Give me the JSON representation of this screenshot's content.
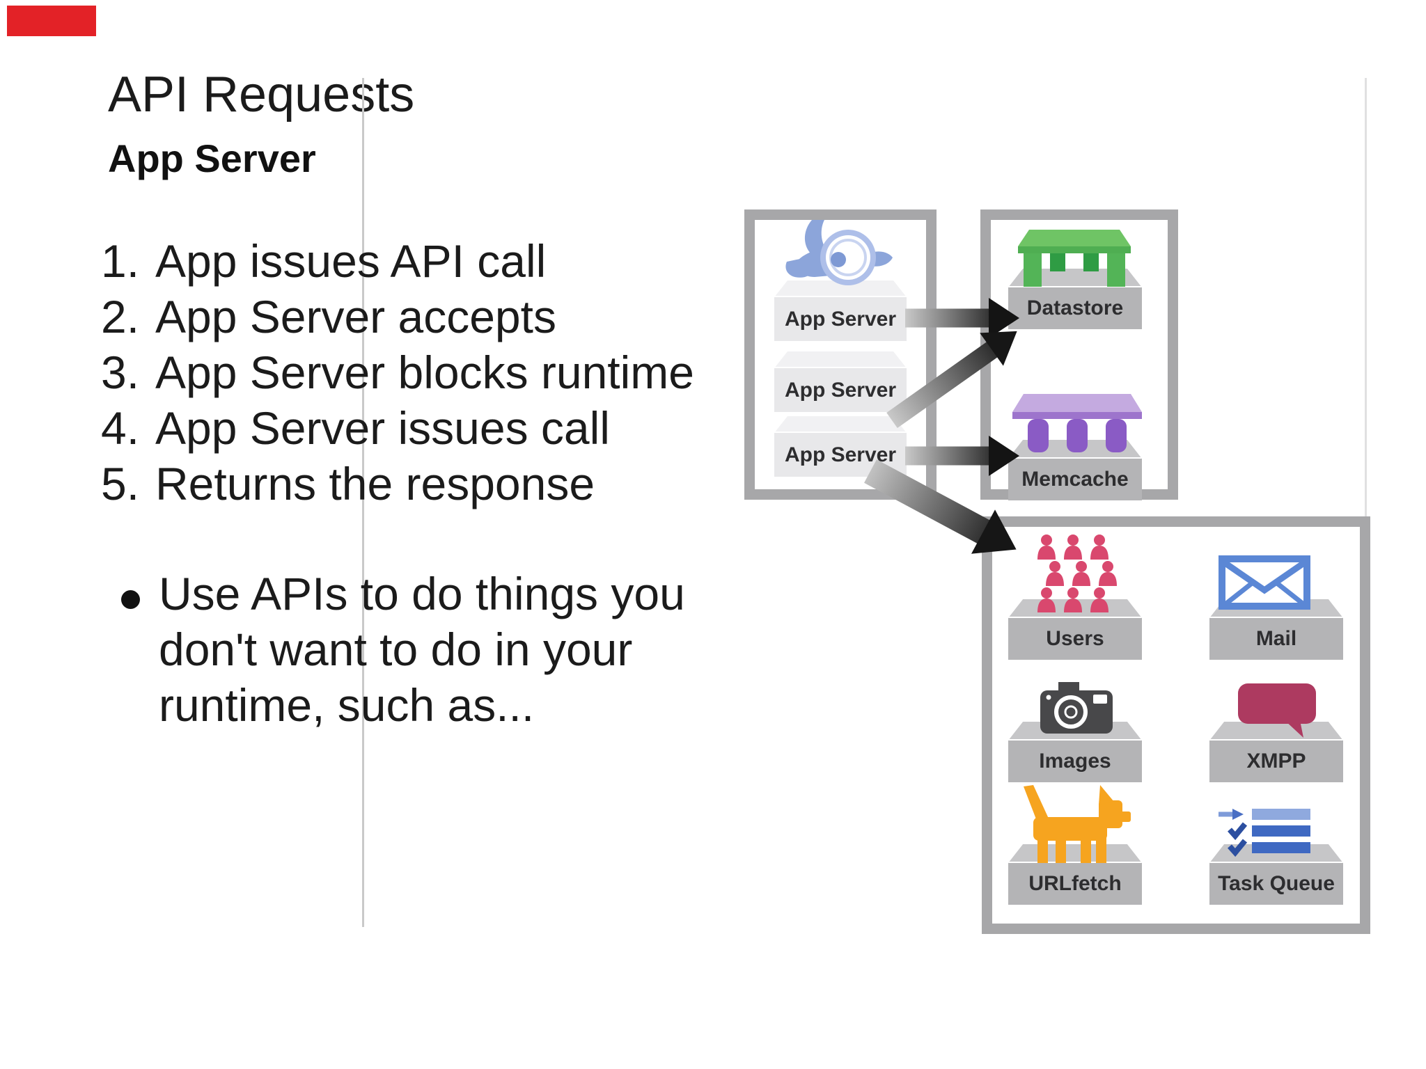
{
  "slide": {
    "title": "API Requests",
    "subtitle": "App Server",
    "steps": [
      {
        "num": "1.",
        "text": "App issues API call"
      },
      {
        "num": "2.",
        "text": "App Server accepts"
      },
      {
        "num": "3.",
        "text": "App Server blocks runtime"
      },
      {
        "num": "4.",
        "text": "App Server issues call"
      },
      {
        "num": "5.",
        "text": "Returns the response"
      }
    ],
    "bullet_lines": [
      "Use APIs to do things you",
      "don't want to do in your",
      "runtime, such as..."
    ]
  },
  "diagram": {
    "app_server_labels": [
      "App Server",
      "App Server",
      "App Server"
    ],
    "datastore_label": "Datastore",
    "memcache_label": "Memcache",
    "service_labels": [
      "Users",
      "Mail",
      "Images",
      "XMPP",
      "URLfetch",
      "Task Queue"
    ],
    "icons": [
      "app-engine-logo",
      "datastore-table-icon",
      "memcache-board-icon",
      "users-crowd-icon",
      "mail-envelope-icon",
      "images-camera-icon",
      "xmpp-chat-bubble-icon",
      "urlfetch-dog-icon",
      "task-queue-list-icon"
    ]
  },
  "colors": {
    "badge_red": "#e32227",
    "box_border_gray": "#a7a7a9",
    "platform_face_gray": "#b4b4b6",
    "platform_top_gray": "#c6c6c8",
    "app_server_face": "#e8e8ea",
    "logo_blue": "#8ca5da",
    "datastore_green": "#53b457",
    "memcache_purple": "#8a5bc5",
    "users_pink": "#d9486e",
    "mail_blue": "#5b87d5",
    "camera_gray": "#48484a",
    "xmpp_maroon": "#ad3a60",
    "urlfetch_orange": "#f6a41f",
    "taskqueue_blue": "#3f69c2",
    "arrow_dark": "#141414"
  }
}
